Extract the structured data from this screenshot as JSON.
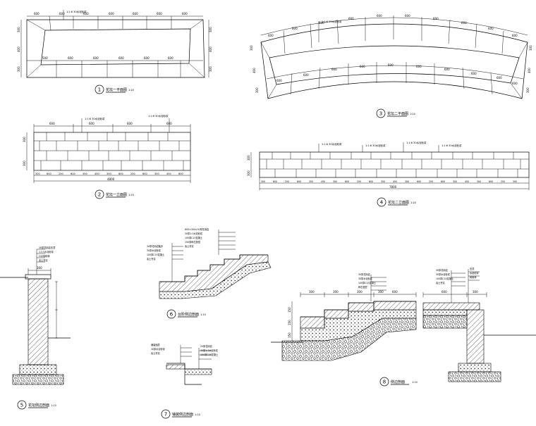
{
  "drawings": [
    {
      "id": "1",
      "label": "花坛一平面图",
      "scale": "1:20"
    },
    {
      "id": "2",
      "label": "花坛一立面图",
      "scale": "1:20"
    },
    {
      "id": "3",
      "label": "花坛二平面图",
      "scale": "1:20"
    },
    {
      "id": "4",
      "label": "花坛二立面图",
      "scale": "1:20"
    },
    {
      "id": "5",
      "label": "花坛侧边剖面",
      "scale": "1:10"
    },
    {
      "id": "6",
      "label": "台阶侧边剖面",
      "scale": "1:10"
    },
    {
      "id": "7",
      "label": "铺装侧边剖面",
      "scale": "1:10"
    },
    {
      "id": "8",
      "label": "侧边剖面",
      "scale": "1:10"
    }
  ],
  "dims": {
    "d1_top": [
      "600",
      "600",
      "600",
      "600",
      "600",
      "600",
      "600"
    ],
    "d1_mid": [
      "500",
      "600",
      "600",
      "600",
      "600",
      "600"
    ],
    "d1_side": [
      "300",
      "400",
      "300"
    ],
    "d3_top": [
      "600",
      "600",
      "600",
      "600",
      "600",
      "600",
      "600",
      "600",
      "600",
      "600"
    ],
    "d3_mid": [
      "600",
      "600",
      "600",
      "600",
      "600",
      "600",
      "600",
      "600",
      "600",
      "600"
    ],
    "d2_top": [
      "600",
      "600",
      "600",
      "600"
    ],
    "d2_bottom": [
      "300",
      "600",
      "250",
      "600",
      "350",
      "450",
      "300",
      "600",
      "250",
      "600",
      "350",
      "450",
      "600"
    ],
    "d2_total": "4800",
    "d2_side": [
      "300",
      "300"
    ],
    "d4_bottom": [
      "300",
      "600",
      "250",
      "600",
      "350",
      "450",
      "300",
      "600",
      "250",
      "600",
      "350",
      "450",
      "300",
      "600",
      "250",
      "600",
      "350",
      "450",
      "300",
      "600",
      "250",
      "300"
    ],
    "d4_total": "7800",
    "d4_side": [
      "300",
      "300"
    ],
    "d5_top": "300",
    "d8_top": [
      "300",
      "300",
      "300",
      "300",
      "600"
    ],
    "d8_side": [
      "150",
      "150",
      "150"
    ],
    "d8_right": "300"
  }
}
